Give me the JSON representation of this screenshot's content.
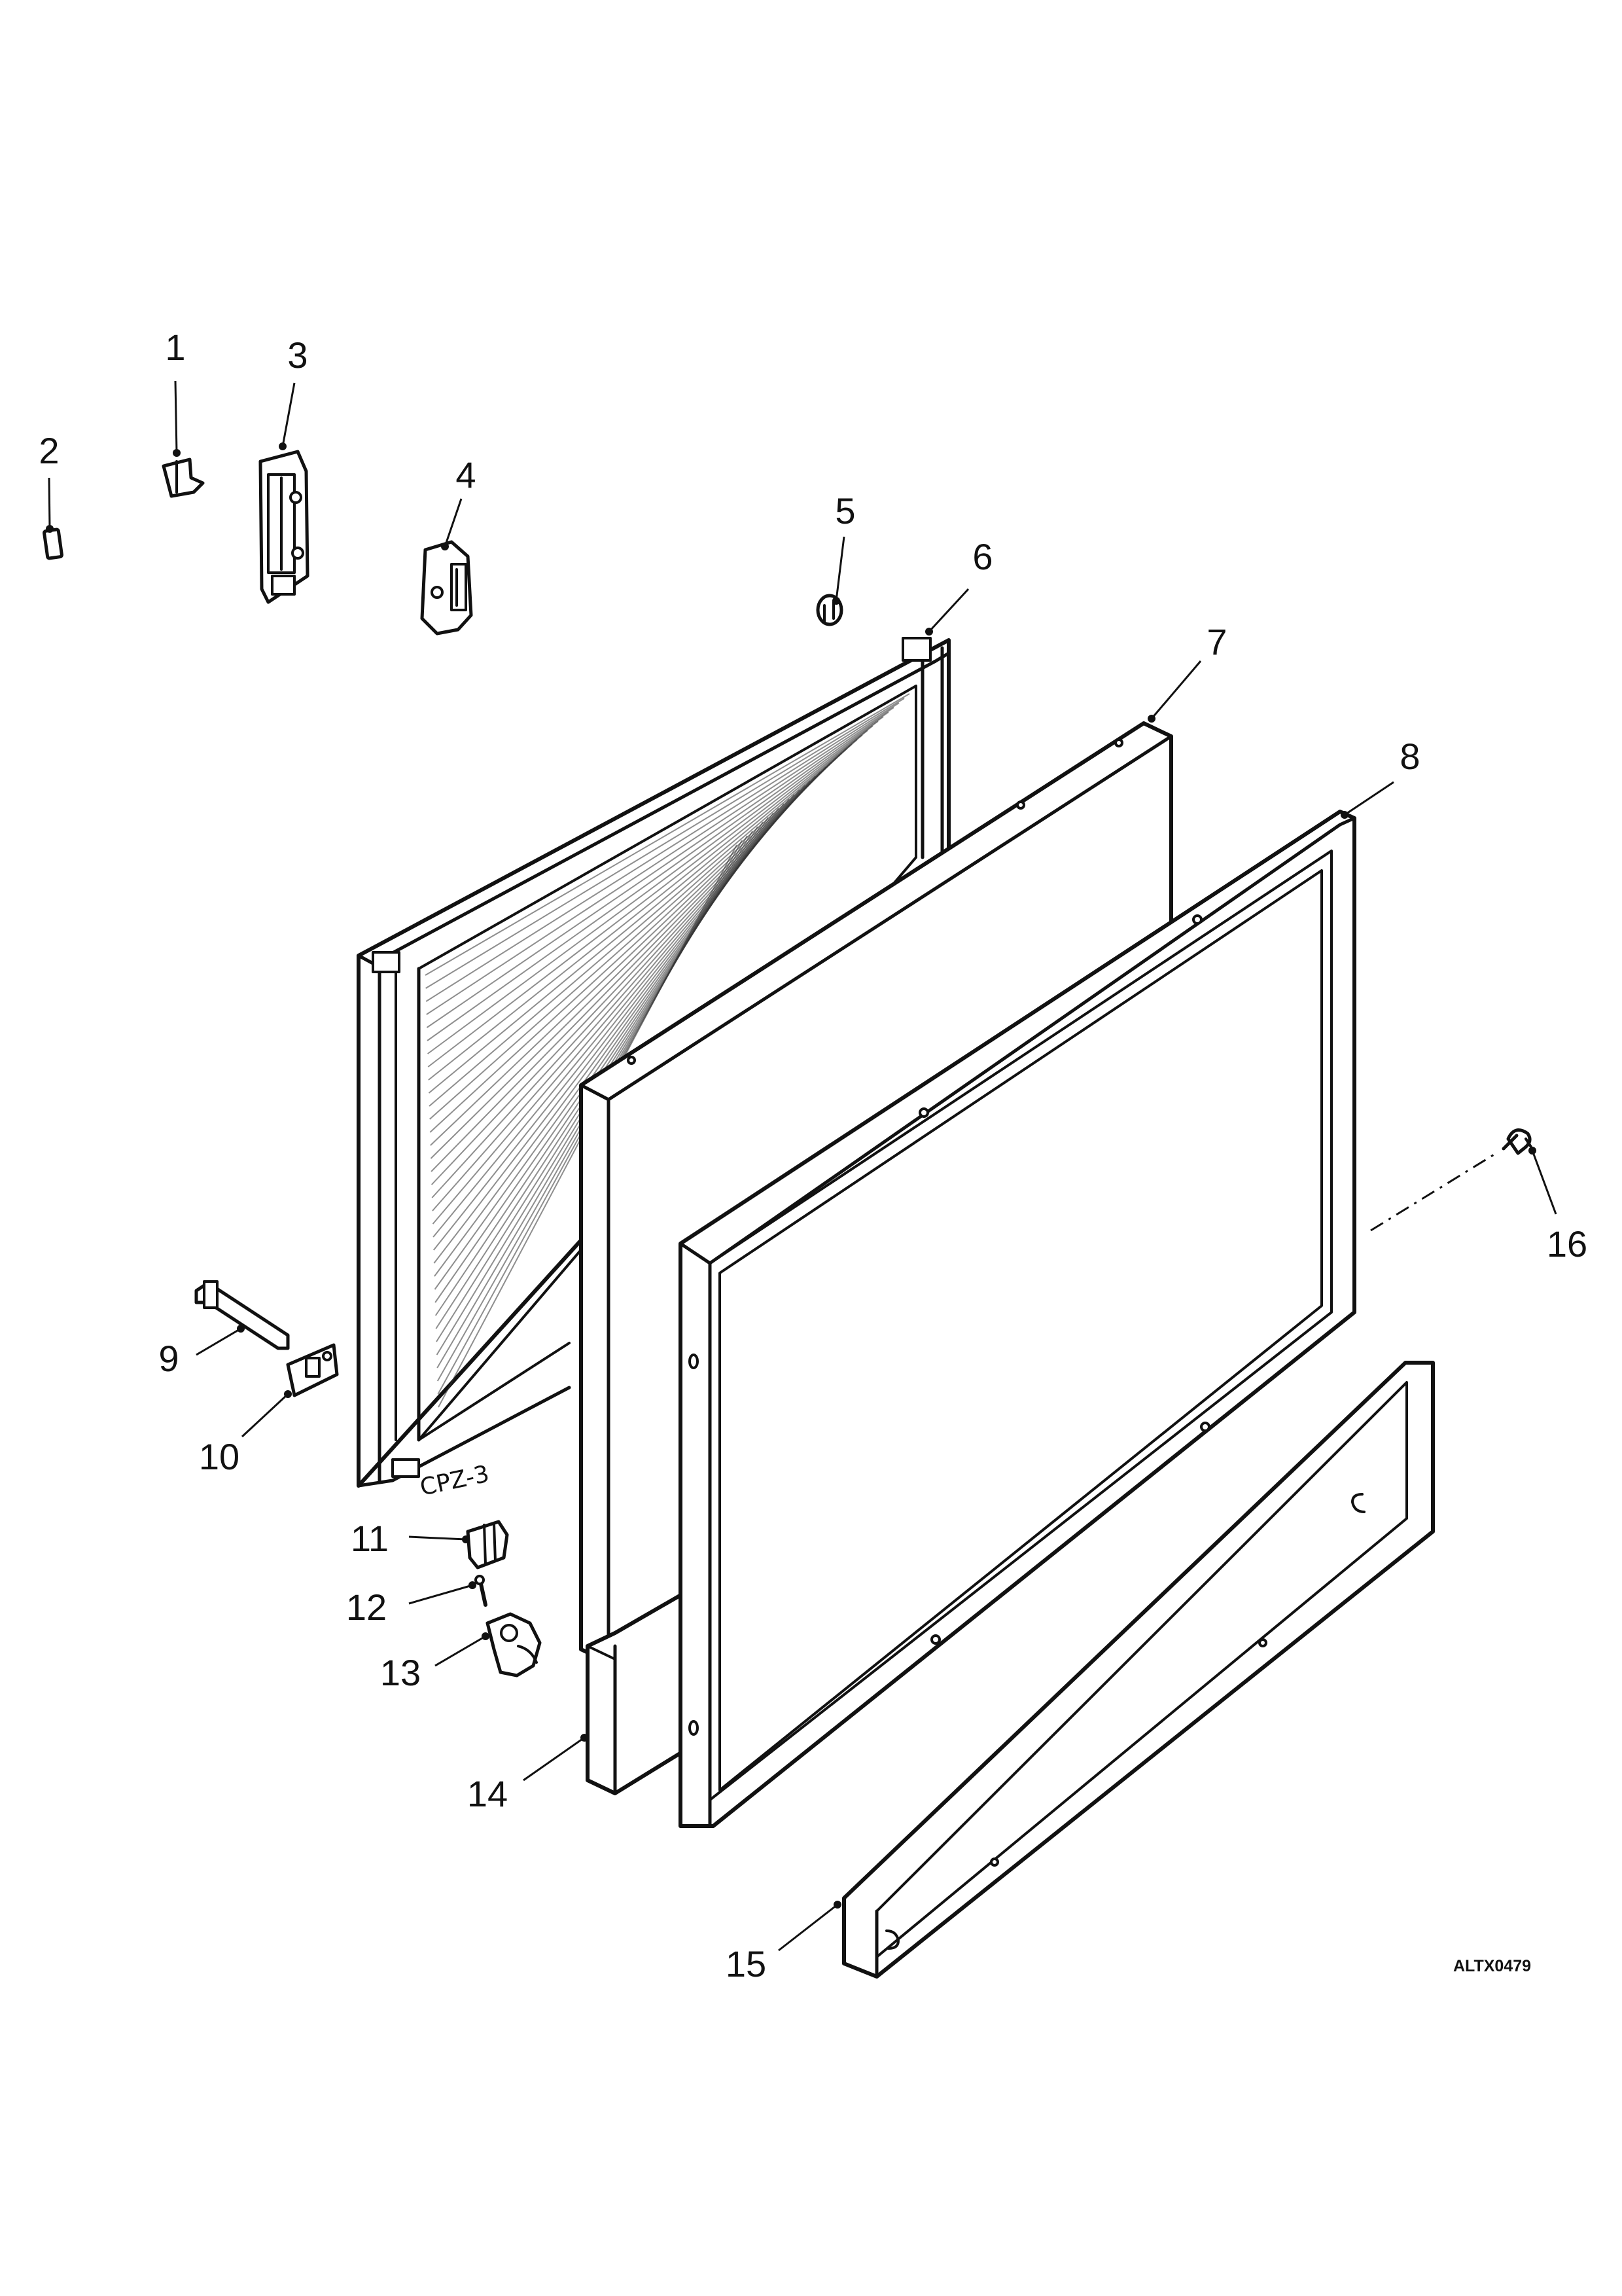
{
  "diagram": {
    "figure_code": "ALTX0479",
    "handwritten_note": "CPZ-3",
    "callouts": [
      {
        "id": 1,
        "label": "1"
      },
      {
        "id": 2,
        "label": "2"
      },
      {
        "id": 3,
        "label": "3"
      },
      {
        "id": 4,
        "label": "4"
      },
      {
        "id": 5,
        "label": "5"
      },
      {
        "id": 6,
        "label": "6"
      },
      {
        "id": 7,
        "label": "7"
      },
      {
        "id": 8,
        "label": "8"
      },
      {
        "id": 9,
        "label": "9"
      },
      {
        "id": 10,
        "label": "10"
      },
      {
        "id": 11,
        "label": "11"
      },
      {
        "id": 12,
        "label": "12"
      },
      {
        "id": 13,
        "label": "13"
      },
      {
        "id": 14,
        "label": "14"
      },
      {
        "id": 15,
        "label": "15"
      },
      {
        "id": 16,
        "label": "16"
      }
    ]
  }
}
